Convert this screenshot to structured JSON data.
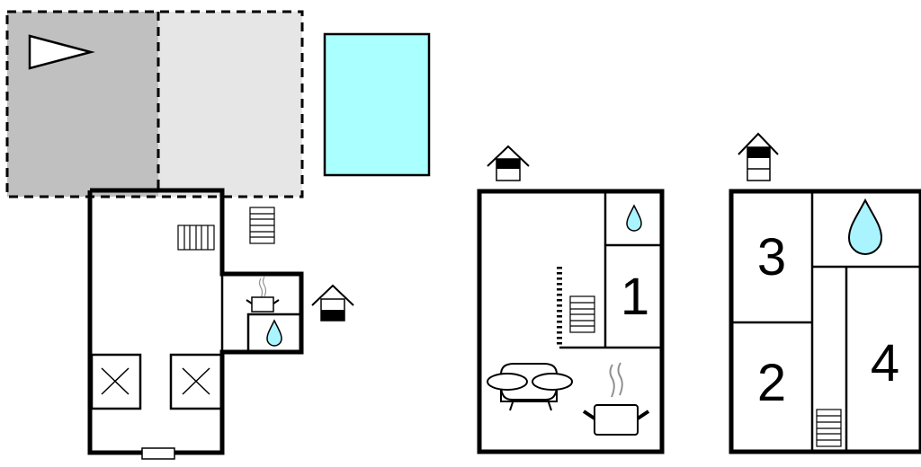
{
  "colors": {
    "terrace_dark": "#c0c0c0",
    "terrace_light": "#e6e6e6",
    "pool": "#aaffff",
    "water_drop": "#aaf4ff",
    "wall": "#000000",
    "steam": "#909090"
  },
  "floors": [
    {
      "name": "ground-floor-left",
      "rooms": [
        "terrace-shaded",
        "terrace-open",
        "pool",
        "main-room",
        "kitchen",
        "bathroom"
      ],
      "icons": [
        "direction-arrow-icon",
        "stairs-icon",
        "stairs-icon",
        "cooking-pot-icon",
        "water-drop-icon",
        "house-level-icon",
        "bed-x-icon",
        "bed-x-icon",
        "window-icon"
      ]
    },
    {
      "name": "floor-middle",
      "labels": [
        "1"
      ],
      "icons": [
        "house-level-icon",
        "water-drop-icon",
        "stairs-icon",
        "sofa-icon",
        "cooking-pot-icon"
      ]
    },
    {
      "name": "floor-right",
      "labels": [
        "3",
        "2",
        "4"
      ],
      "icons": [
        "house-level-icon",
        "water-drop-icon",
        "stairs-icon"
      ]
    }
  ],
  "labels": {
    "room1": "1",
    "room2": "2",
    "room3": "3",
    "room4": "4"
  }
}
